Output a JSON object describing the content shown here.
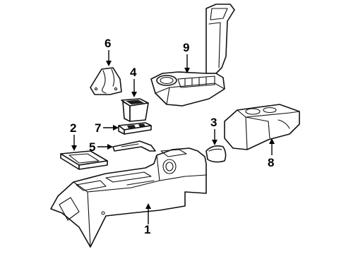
{
  "callouts": [
    {
      "number": "1",
      "part": "console-base"
    },
    {
      "number": "2",
      "part": "storage-lid"
    },
    {
      "number": "3",
      "part": "cup-insert"
    },
    {
      "number": "4",
      "part": "coin-holder"
    },
    {
      "number": "5",
      "part": "trim-strip"
    },
    {
      "number": "6",
      "part": "shift-boot-bezel"
    },
    {
      "number": "7",
      "part": "switch-panel"
    },
    {
      "number": "8",
      "part": "rear-console"
    },
    {
      "number": "9",
      "part": "armrest"
    }
  ]
}
